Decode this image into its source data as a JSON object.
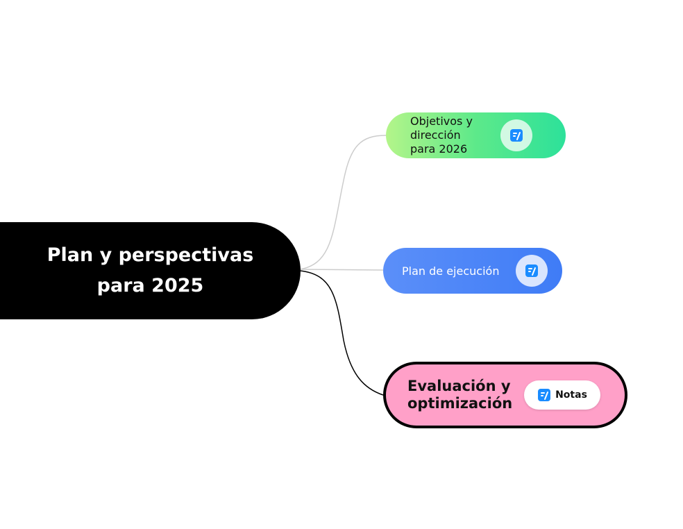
{
  "root": {
    "title_line1": "Plan y perspectivas",
    "title_line2": "para 2025"
  },
  "branches": [
    {
      "label_lines": [
        "Objetivos y",
        "dirección",
        "para 2026"
      ],
      "icon": "note-icon",
      "color": "#5de98a"
    },
    {
      "label": "Plan de ejecución",
      "icon": "note-icon",
      "color": "#4a85f7"
    },
    {
      "label_lines": [
        "Evaluación y",
        "optimización"
      ],
      "icon": "note-icon",
      "notes_label": "Notas",
      "color": "#ffa0c8"
    }
  ],
  "colors": {
    "root": "#000000",
    "icon_blue": "#1a8cff",
    "connector_gray": "#cccccc",
    "connector_active": "#000000"
  }
}
